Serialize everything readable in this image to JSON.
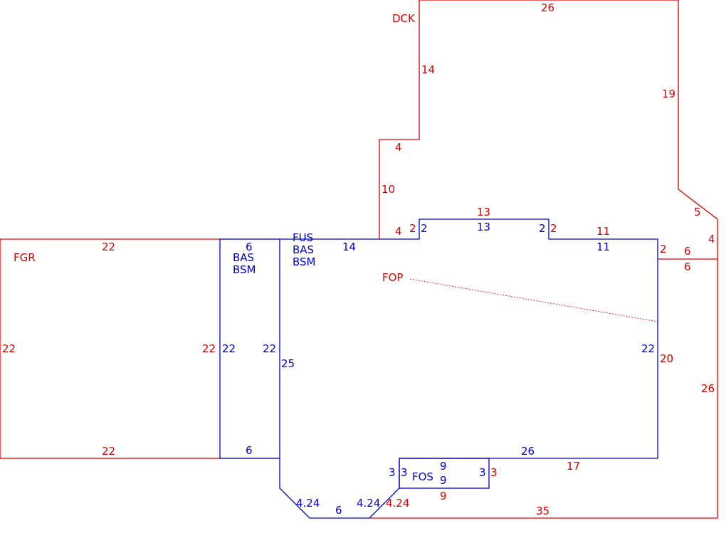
{
  "colors": {
    "red": "#d40000",
    "blue": "#0000c8"
  },
  "areas": {
    "fgr": "FGR",
    "dck": "DCK",
    "fop": "FOP",
    "fos": "FOS",
    "bas_code": "BAS",
    "bsm_code": "BSM",
    "fus_code": "FUS",
    "fus_bas_code": "BAS",
    "fus_bsm_code": "BSM"
  },
  "fgr_dims": {
    "top": "22",
    "bottom": "22",
    "left": "22",
    "right": "22"
  },
  "bas_dims": {
    "top": "6",
    "bottom": "6",
    "left": "22",
    "right": "22"
  },
  "dck_dims": {
    "top": "26",
    "left_upper": "14",
    "step": "4",
    "left_lower": "10",
    "right_upper": "19",
    "right_diag": "5",
    "right_short": "4",
    "step_low": "4"
  },
  "fus_dims": {
    "top_left": "14",
    "notch_left": "2",
    "notch_top": "13",
    "notch_right": "2",
    "top_right": "11",
    "right_short": "2",
    "right": "22",
    "left": "25",
    "bottom_right": "26",
    "diag_left": "4.24",
    "bottom": "6",
    "diag_right": "4.24"
  },
  "red_dims": {
    "notch_left": "2",
    "notch_top": "13",
    "notch_right": "2",
    "top_right": "11",
    "step_top": "6",
    "step_bottom": "6",
    "right": "26",
    "inner_right": "20",
    "bottom": "35",
    "bottom_right": "17",
    "diag": "4.24"
  },
  "fos_dims": {
    "top": "9",
    "bottom_blue": "9",
    "bottom_red": "9",
    "left_blue": "3",
    "left_inner": "3",
    "right_blue": "3",
    "right_red": "3"
  }
}
